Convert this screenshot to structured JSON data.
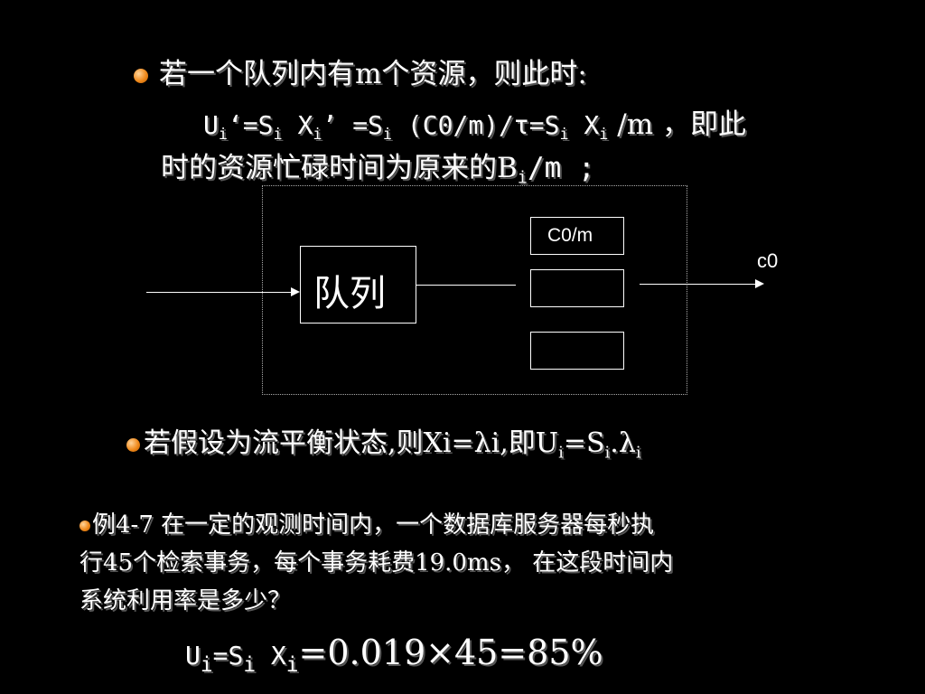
{
  "bullet1": {
    "text": "若一个队列内有m个资源，则此时:"
  },
  "formula1": {
    "p1": "U",
    "s1": "i",
    "p2": "‘=S",
    "s2": "i",
    "p3": " X",
    "s3": "i",
    "p4": "’ =S",
    "s4": "i",
    "p5": " (C0/m)/τ=S",
    "s5": "i",
    "p6": " X",
    "s6": "i",
    "p7": " /m ，即此"
  },
  "formula1_line2": {
    "p1": "时的资源忙碌时间为原来的B",
    "s1": "i",
    "p2": "/m ;"
  },
  "diagram": {
    "queue_label": "队列",
    "server_label": "C0/m",
    "output_label": "c0"
  },
  "bullet2": {
    "p1": "若假设为流平衡状态,则Xi=λi,即U",
    "s1": "i",
    "p2": "=S",
    "s2": "i",
    "p3": ".λ",
    "s3": "i"
  },
  "example": {
    "line1": "例4-7  在一定的观测时间内，一个数据库服务器每秒执",
    "line2": "行45个检索事务，每个事务耗费19.0ms， 在这段时间内",
    "line3": "系统利用率是多少？"
  },
  "answer": {
    "p1": "U",
    "s1": "i",
    "p2": "=S",
    "s2": "i",
    "p3": " X",
    "s3": "i",
    "p4": "=0.019×45=85%"
  },
  "colors": {
    "background": "#000000",
    "text": "#ffffff",
    "bullet": "#f08a1c"
  }
}
